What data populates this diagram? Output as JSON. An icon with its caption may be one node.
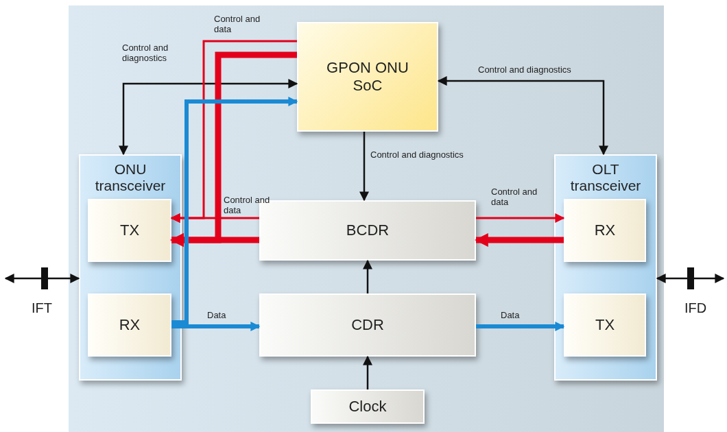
{
  "diagram": {
    "nodes": [
      {
        "text": [
          "ONU transceiver"
        ]
      },
      {
        "text": [
          "TX"
        ],
        "in": 0
      },
      {
        "text": [
          "RX"
        ],
        "in": 0
      },
      {
        "text": [
          "GPON ONU SoC"
        ]
      },
      {
        "text": [
          "BCDR"
        ]
      },
      {
        "text": [
          "CDR"
        ]
      },
      {
        "text": [
          "Clock"
        ]
      },
      {
        "text": [
          "OLT transceiver"
        ]
      },
      {
        "text": [
          "RX"
        ],
        "in": 7
      },
      {
        "text": [
          "TX"
        ],
        "in": 7
      }
    ],
    "edges": [
      {
        "from": 3,
        "to": 0,
        "arrow": "both",
        "label": "Control and diagnostics",
        "color": "#111111"
      },
      {
        "from": 3,
        "to": 7,
        "arrow": "both",
        "label": "Control and diagnostics",
        "color": "#111111"
      },
      {
        "from": 3,
        "to": 4,
        "arrow": "to",
        "label": "Control and diagnostics",
        "color": "#111111"
      },
      {
        "from": 3,
        "to": 1,
        "arrow": "to",
        "label": "Control and data",
        "color": "#e3001b"
      },
      {
        "from": 3,
        "to": 1,
        "arrow": "to",
        "style": "thick",
        "color": "#e3001b"
      },
      {
        "from": 4,
        "to": 1,
        "arrow": "to",
        "label": "Control and data",
        "color": "#e3001b"
      },
      {
        "from": 4,
        "to": 1,
        "arrow": "to",
        "style": "thick",
        "color": "#e3001b"
      },
      {
        "from": 4,
        "to": 8,
        "arrow": "to",
        "label": "Control and data",
        "color": "#e3001b"
      },
      {
        "from": 8,
        "to": 4,
        "arrow": "to",
        "style": "thick",
        "color": "#e3001b"
      },
      {
        "from": 2,
        "to": 3,
        "arrow": "to",
        "style": "thick",
        "color": "#1a8ad4"
      },
      {
        "from": 2,
        "to": 5,
        "arrow": "to",
        "label": "Data",
        "style": "thick",
        "color": "#1a8ad4"
      },
      {
        "from": 5,
        "to": 9,
        "arrow": "to",
        "label": "Data",
        "style": "thick",
        "color": "#1a8ad4"
      },
      {
        "from": 5,
        "to": 4,
        "arrow": "to",
        "color": "#111111"
      },
      {
        "from": 6,
        "to": 5,
        "arrow": "to",
        "color": "#111111"
      },
      {
        "from": null,
        "to": 0,
        "arrow": "both",
        "color": "#111111"
      },
      {
        "from": 7,
        "to": null,
        "arrow": "both",
        "color": "#111111"
      }
    ],
    "labels": [
      "IFT",
      "IFD"
    ]
  }
}
